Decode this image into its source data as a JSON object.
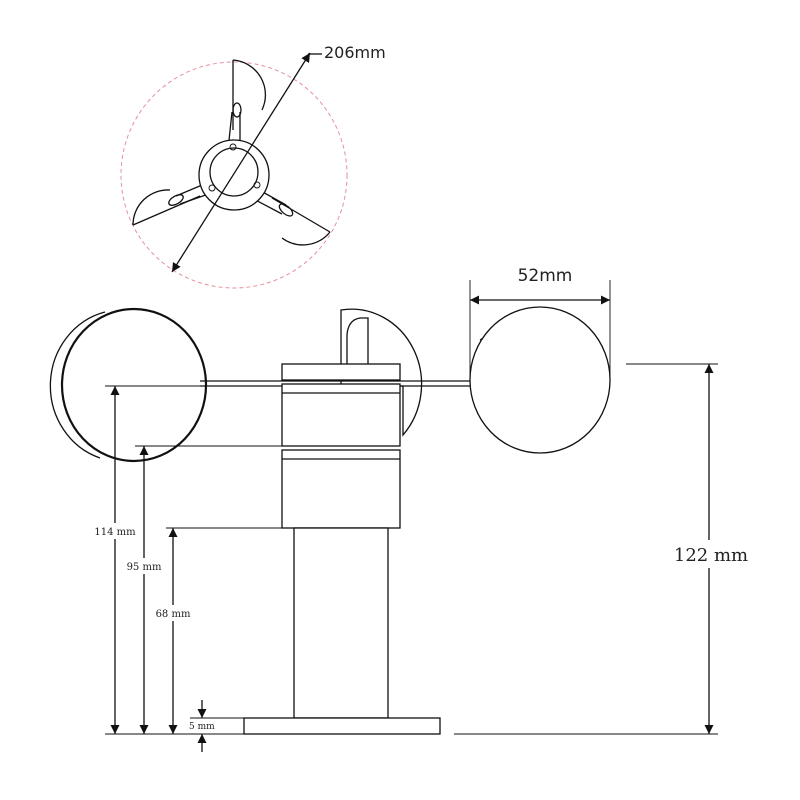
{
  "dimensions": {
    "rotor_diameter": "206mm",
    "cup_diameter": "52mm",
    "total_height": "122 mm",
    "cup_center_height": "114 mm",
    "cup_bottom_height": "95 mm",
    "pole_height": "68 mm",
    "base_thickness": "5 mm"
  },
  "colors": {
    "outline": "#111111",
    "rotor_circle": "#e6919d"
  }
}
